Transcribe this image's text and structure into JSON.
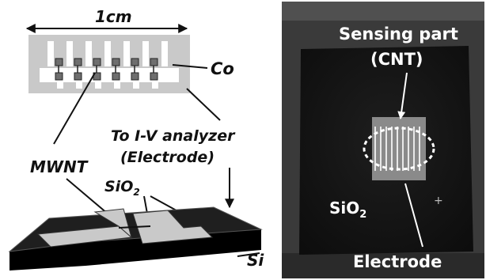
{
  "left_figure": {
    "scale_label": "1cm",
    "co_label": "Co",
    "analyzer_label_line1": "To  I-V analyzer",
    "analyzer_label_line2": "(Electrode)",
    "mwnt_label": "MWNT",
    "sio2_label": "SiO",
    "sio2_subscript": "2",
    "si_label": "Si"
  },
  "right_photo": {
    "sensing_line1": "Sensing part",
    "sensing_line2": "(CNT)",
    "sio2_label": "SiO",
    "sio2_subscript": "2",
    "electrode_label": "Electrode"
  },
  "colors": {
    "electrode_gray": "#c9c9c9",
    "cnt_pad": "#6e6e6e",
    "outline": "#111111",
    "photo_background": "#3a3a3a",
    "photo_chip": "#161616"
  }
}
